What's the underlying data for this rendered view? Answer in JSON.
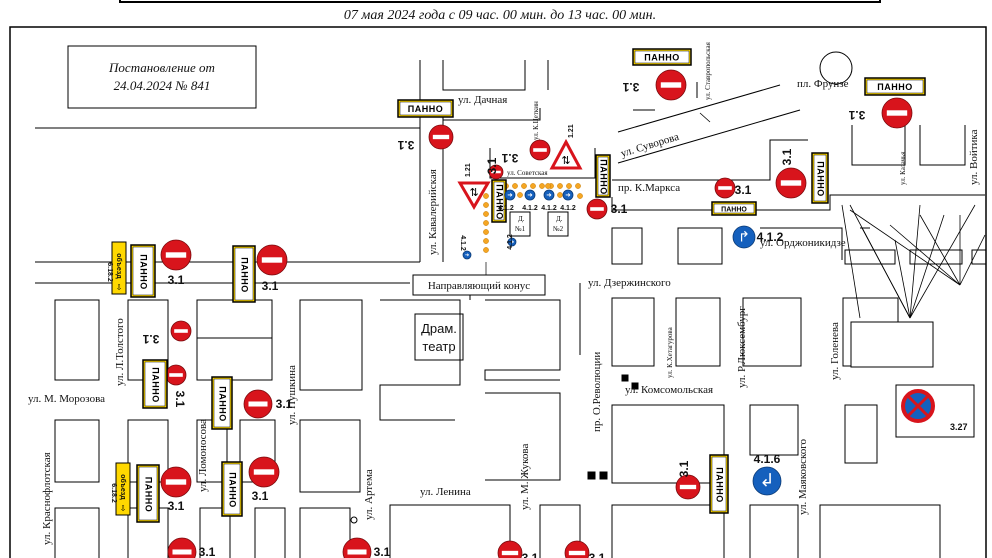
{
  "header": {
    "date_range": "07 мая 2024 года с 09 час. 00 мин. до 13 час. 00 мин."
  },
  "decree": {
    "line1": "Постановление от",
    "line2": "24.04.2024 № 841"
  },
  "streets": {
    "dachnaya": "ул. Дачная",
    "k_tsetkin": "ул. К.Цеткин",
    "stavropolskaya": "ул. Ставропольская",
    "frunze_square": "пл. Фрунзе",
    "suvorova": "ул. Суворова",
    "sovetskaya": "ул. Советская",
    "kavaleriyskaya": "ул. Кавалерийская",
    "k_marksa": "пр. К.Маркса",
    "ordzhonikidze": "ул. Орджоникидзе",
    "kazachya": "ул. Казачья",
    "voytika": "ул. Войтика",
    "dzerzhinskogo": "ул. Дзержинского",
    "l_tolstogo": "ул. Л.Толстого",
    "pushkina": "ул. Пушкина",
    "m_morozova": "ул. М. Морозова",
    "lomonosova": "ул. Ломоносова",
    "k_khetagurova": "ул. К.Хетагурова",
    "o_revolyutsii": "пр. О.Революции",
    "r_lyuksemburg": "ул. Р.Люксембург",
    "goleneva": "ул. Голенева",
    "komsomolskaya": "ул. Комсомольская",
    "krasnoflotskaya": "ул. Краснофлотская",
    "artema": "ул. Артема",
    "lenina": "ул. Ленина",
    "m_zhukova": "ул. М. Жукова",
    "mayakovskogo": "ул. Маяковского"
  },
  "labels": {
    "cone": "Направляющий конус",
    "theatre_line1": "Драм.",
    "theatre_line2": "театр",
    "house1": "Д.",
    "house1_num": "№1",
    "house2": "Д.",
    "house2_num": "№2"
  },
  "panel_label": "ПАННО",
  "detour_label": "объезд",
  "signs": {
    "no_entry": "3.1",
    "no_stopping": "3.27",
    "narrow_road": "1.21",
    "straight": "4.1.2",
    "turn_right": "4.1.6",
    "detour": "6.18.2"
  },
  "colors": {
    "sign_red": "#d8141c",
    "panel_yellow": "#ffd800",
    "mandatory_blue": "#1560bd",
    "cone_orange": "#f5a623"
  },
  "icons": {
    "no_entry": "no-entry-sign",
    "no_stopping": "no-stopping-sign",
    "narrow_road": "triangle-warning-sign",
    "mandatory": "blue-direction-sign",
    "panel": "yellow-panel-board",
    "cone": "traffic-cone-dot"
  }
}
